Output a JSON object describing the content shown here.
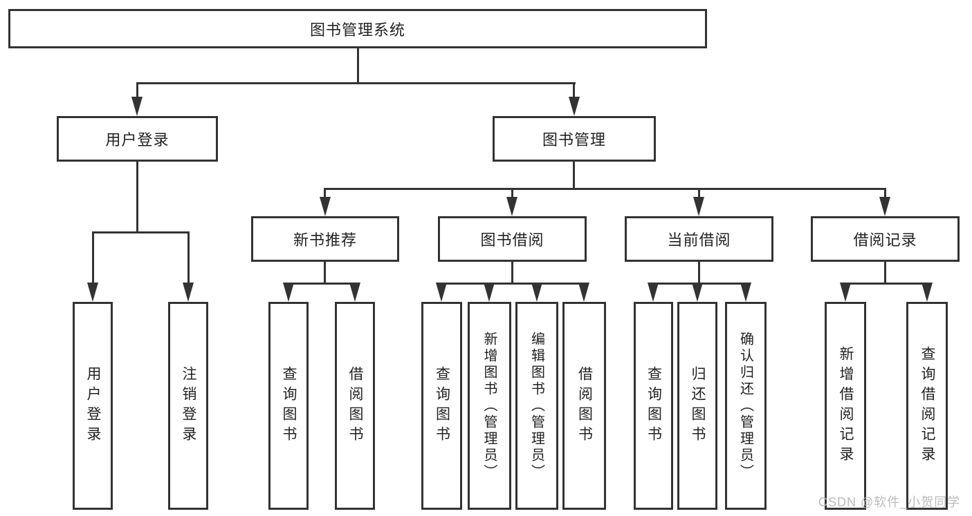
{
  "tree": {
    "root": {
      "label": "图书管理系统"
    },
    "branches": [
      {
        "label": "用户登录",
        "children": [
          {
            "label": "用户登录"
          },
          {
            "label": "注销登录"
          }
        ]
      },
      {
        "label": "图书管理",
        "sections": [
          {
            "label": "新书推荐",
            "children": [
              {
                "label": "查询图书"
              },
              {
                "label": "借阅图书"
              }
            ]
          },
          {
            "label": "图书借阅",
            "children": [
              {
                "label": "查询图书"
              },
              {
                "label": "新增图书（管理员）"
              },
              {
                "label": "编辑图书（管理员）"
              },
              {
                "label": "借阅图书"
              }
            ]
          },
          {
            "label": "当前借阅",
            "children": [
              {
                "label": "查询图书"
              },
              {
                "label": "归还图书"
              },
              {
                "label": "确认归还（管理员）"
              }
            ]
          },
          {
            "label": "借阅记录",
            "children": [
              {
                "label": "新增借阅记录"
              },
              {
                "label": "查询借阅记录"
              }
            ]
          }
        ]
      }
    ]
  },
  "watermark": {
    "text": "CSDN @软件_小贺同学"
  },
  "colors": {
    "line": "#333333",
    "text": "#222222",
    "watermark": "#b8b8b8",
    "background": "#ffffff"
  }
}
